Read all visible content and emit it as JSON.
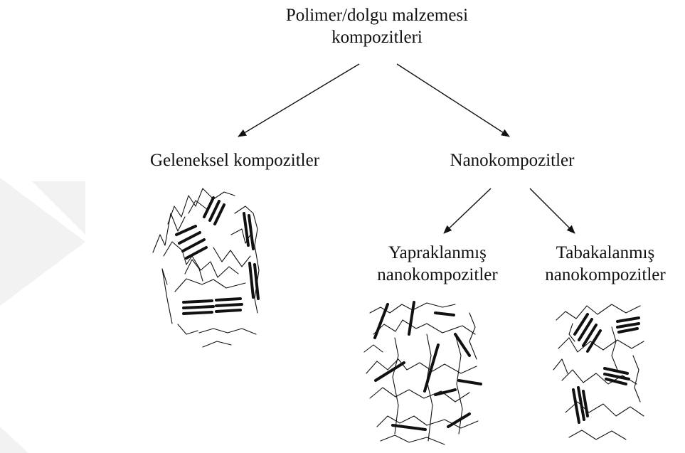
{
  "diagram": {
    "root": {
      "line1": "Polimer/dolgu malzemesi",
      "line2": "kompozitleri"
    },
    "conventional": {
      "label": "Geleneksel kompozitler"
    },
    "nano": {
      "label": "Nanokompozitler"
    },
    "exfoliated": {
      "line1": "Yapraklanmış",
      "line2": "nanokompozitler"
    },
    "intercalated": {
      "line1": "Tabakalanmış",
      "line2": "nanokompozitler"
    }
  },
  "colors": {
    "ink": "#111111",
    "watermark": "#f1f1f1"
  }
}
